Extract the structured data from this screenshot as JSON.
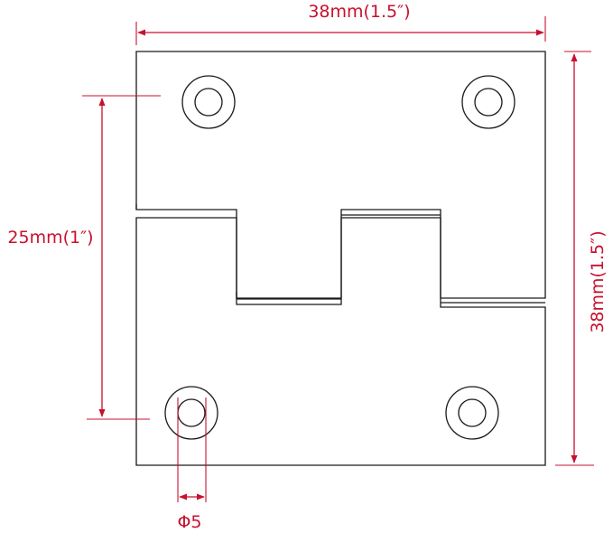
{
  "dimensions": {
    "top_width": "38mm(1.5″)",
    "right_height": "38mm(1.5″)",
    "left_height": "25mm(1″)",
    "hole_diameter": "Φ5"
  },
  "colors": {
    "dimension": "#c8102e",
    "outline": "#1a1a1a",
    "background": "#ffffff"
  }
}
